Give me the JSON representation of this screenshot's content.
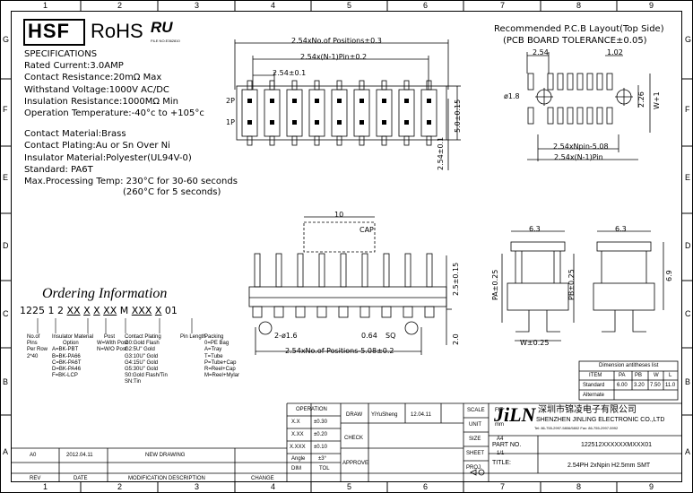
{
  "ruler": {
    "columns": [
      "1",
      "2",
      "3",
      "4",
      "5",
      "6",
      "7",
      "8",
      "9"
    ],
    "rows": [
      "G",
      "F",
      "E",
      "D",
      "C",
      "B",
      "A"
    ]
  },
  "brand": {
    "hsf": "HSF",
    "rohs": "RoHS",
    "ul_mark": "RU",
    "ul_file": "FILE NO.E362810"
  },
  "specifications": {
    "title": "SPECIFICATIONS",
    "lines": [
      "Rated Current:3.0AMP",
      "Contact Resistance:20mΩ Max",
      "Withstand Voltage:1000V AC/DC",
      "Insulation Resistance:1000MΩ Min",
      "Operation Temperature:-40°c to +105°c",
      "Contact Material:Brass",
      "Contact Plating:Au or Sn Over Ni",
      "Insulator Material:Polyester(UL94V-0)",
      "Standard:   PA6T",
      "Max.Processing Temp: 230°C for 30-60 seconds",
      "(260°C for 5 seconds)"
    ]
  },
  "top_view": {
    "dim_positions": "2.54xNo.of Positions±0.3",
    "dim_pins": "2.54x(N-1)Pin±0.2",
    "dim_pitch": "2.54±0.1",
    "row_2p": "2P",
    "row_1p": "1P",
    "dim_height": "5.0±0.15",
    "dim_side": "2.54±0.1"
  },
  "pcb": {
    "title1": "Recommended P.C.B Layout(Top Side)",
    "title2": "(PCB BOARD TOLERANCE±0.05)",
    "d254": "2.54",
    "d102": "1.02",
    "d18": "ø1.8",
    "d226": "2.26",
    "dw": "W+1",
    "dnpin": "2.54xNpin-5.08",
    "dn1": "2.54x(N-1)Pin"
  },
  "front_view": {
    "d10": "10",
    "cap": "CAP",
    "d25": "2.5±0.15",
    "d20": "2.0",
    "d064": "0.64",
    "sq": "SQ",
    "d16": "2-ø1.6",
    "dpos": "2.54xNo.of Positions-5.08±0.2"
  },
  "side_view": {
    "d63a": "6.3",
    "d63b": "6.3",
    "pa": "PA±0.25",
    "pb": "PB±0.25",
    "d69": "6.9",
    "w": "W±0.25"
  },
  "ordering": {
    "title": "Ordering Information",
    "code": [
      "1225",
      "1",
      "2",
      "XX",
      "X",
      "X",
      "XX",
      "M",
      "XXX",
      "X",
      "01"
    ],
    "g1": [
      "No.of",
      "Pins",
      "Per Row",
      "2*40"
    ],
    "g2": [
      "Insulator Material",
      "Option",
      "A=BK-PBT",
      "B=BK-PA66",
      "C=BK-PA6T",
      "D=BK-PA46",
      "F=BK-LCP"
    ],
    "g3": [
      "Post",
      "W=With Post",
      "N=W/O Post"
    ],
    "g4": [
      "Contact  Plating",
      "G0:Gold  Flash",
      "G2:5U\" Gold",
      "G3:10U\" Gold",
      "G4:15U\" Gold",
      "G5:30U\" Gold",
      "S0:Gold Flash/Tin",
      "SN:Tin"
    ],
    "g5": "Pin  Length",
    "g6": [
      "Packing",
      "0=PE  Bag",
      "A=Tray",
      "T=Tube",
      "P=Tube+Cap",
      "R=Reel+Cap",
      "M=Reel+Mylar"
    ]
  },
  "dim_table": {
    "title": "Dimension antitheses list",
    "headers": [
      "ITEM",
      "PA",
      "PB",
      "W",
      "L"
    ],
    "standard": [
      "Standard",
      "6.00",
      "3.20",
      "7.50",
      "11.0"
    ],
    "alternate": "Alternate"
  },
  "title_block": {
    "rev_col": "REV",
    "date_col": "DATE",
    "desc_col": "MODIFICATION  DESCRIPTION",
    "change_col": "CHANGE",
    "rev": "A0",
    "date": "2012.04.11",
    "desc": "NEW  DRAWING",
    "operation": "OPERATION",
    "tol_rows": [
      [
        "X.X",
        "±0.30"
      ],
      [
        "X.XX",
        "±0.20"
      ],
      [
        "X.XXX",
        "±0.10"
      ],
      [
        "Angle",
        "±3°"
      ]
    ],
    "dim": "DIM",
    "tol": "TOL",
    "draw": "DRAW",
    "drawer": "YiYuSheng",
    "draw_date": "12.04.11",
    "check": "CHECK",
    "approve": "APPROVE",
    "scale": "SCALE",
    "scale_v": "FIT",
    "unit": "UNIT",
    "unit_v": "mm",
    "size": "SIZE",
    "size_v": "A4",
    "sheet": "SHEET",
    "sheet_v": "1/1",
    "proj": "PROJ.",
    "company_cn": "深圳市锦凌电子有限公司",
    "company_en": "SHENZHEN JINLING ELECTRONIC CO.,LTD",
    "contact": "Tel: 86-755-2997-5806/5802   Fax: 86-755-2997-5992",
    "part_label": "PART  NO.",
    "part_no": "122512XXXXXXMXXX01",
    "title_label": "TITLE:",
    "title": "2.54PH  2xNpin  H2.5mm  SMT",
    "logo": "JiLN"
  }
}
